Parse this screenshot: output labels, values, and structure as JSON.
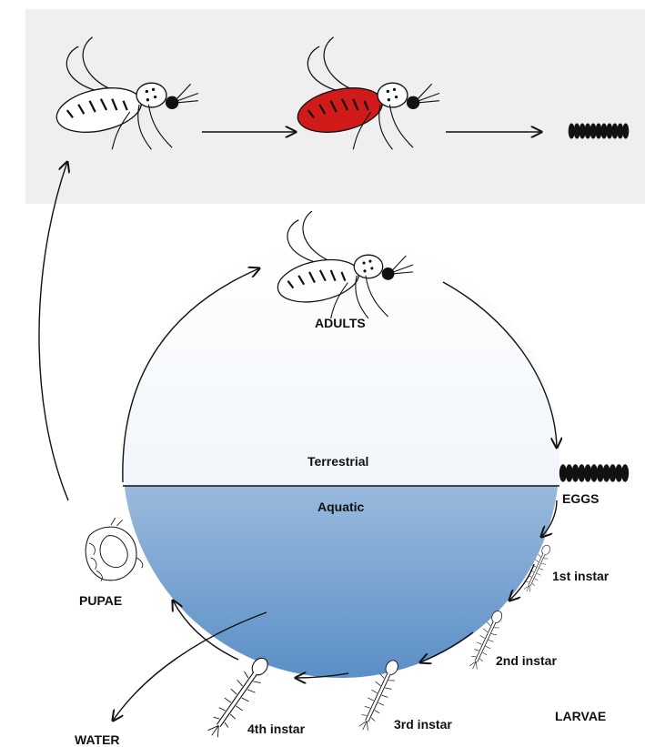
{
  "labels": {
    "adults": "ADULTS",
    "terrestrial": "Terrestrial",
    "aquatic": "Aquatic",
    "eggs": "EGGS",
    "pupae": "PUPAE",
    "larvae": "LARVAE",
    "water": "WATER",
    "instar1": "1st instar",
    "instar2": "2nd instar",
    "instar3": "3rd instar",
    "instar4": "4th instar"
  },
  "colors": {
    "panel_bg": "#efefef",
    "aquatic_top": "#e8eef6",
    "aquatic_bottom": "#5b8fc7",
    "blood_meal": "#d11a1a",
    "egg": "#111111"
  },
  "icons": {
    "mosquito": "mosquito-icon",
    "fed_mosquito": "blood-fed-mosquito-icon",
    "eggs": "egg-raft-icon",
    "pupa": "pupa-icon",
    "larva": "larva-icon"
  }
}
